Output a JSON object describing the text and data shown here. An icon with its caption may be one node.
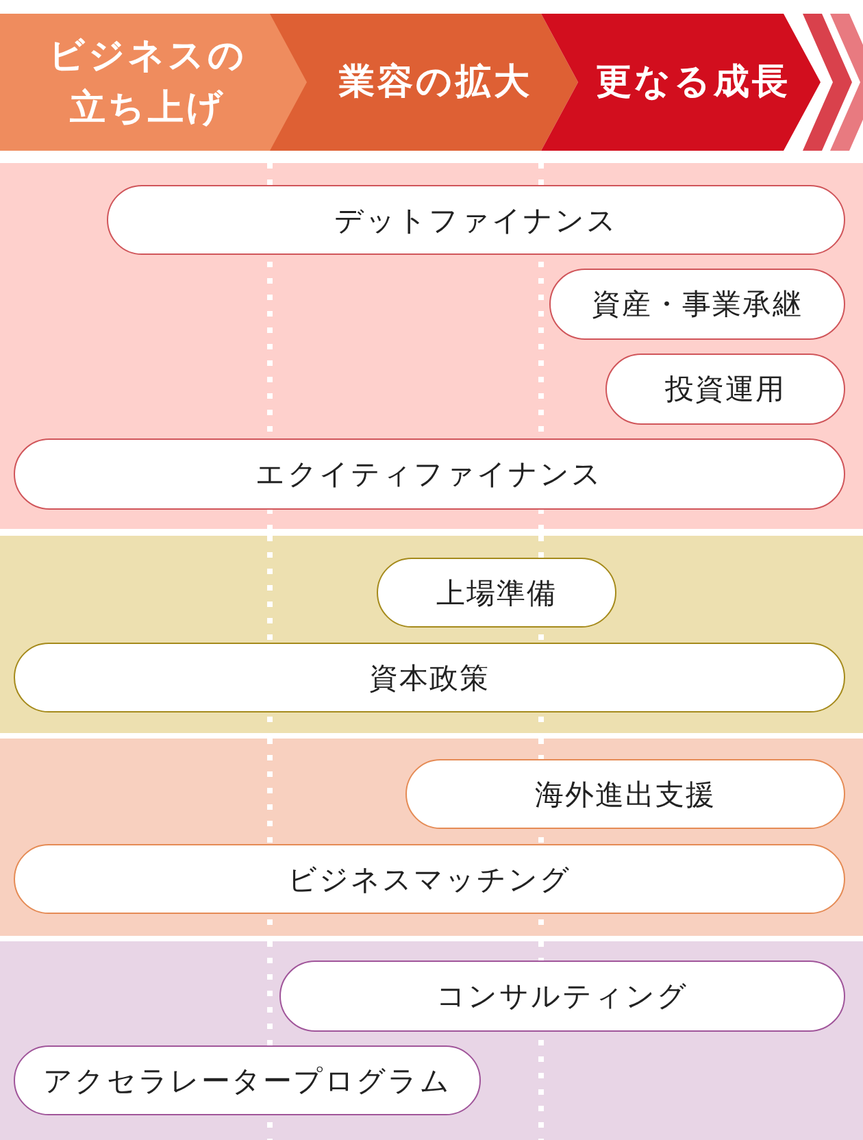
{
  "diagram": {
    "nodes": [
      {
        "text": [
          "ビジネスの立ち上げ"
        ]
      },
      {
        "text": [
          "業容の拡大"
        ]
      },
      {
        "text": [
          "更なる成長"
        ]
      },
      {
        "text": [],
        "shape": "band"
      },
      {
        "text": [
          "デットファイナンス"
        ],
        "in": 3
      },
      {
        "text": [
          "資産・事業承継"
        ],
        "in": 3
      },
      {
        "text": [
          "投資運用"
        ],
        "in": 3
      },
      {
        "text": [
          "エクイティファイナンス"
        ],
        "in": 3
      },
      {
        "text": [],
        "shape": "band"
      },
      {
        "text": [
          "上場準備"
        ],
        "in": 8
      },
      {
        "text": [
          "資本政策"
        ],
        "in": 8
      },
      {
        "text": [],
        "shape": "band"
      },
      {
        "text": [
          "海外進出支援"
        ],
        "in": 11
      },
      {
        "text": [
          "ビジネスマッチング"
        ],
        "in": 11
      },
      {
        "text": [],
        "shape": "band"
      },
      {
        "text": [
          "コンサルティング"
        ],
        "in": 14
      },
      {
        "text": [
          "アクセラレータープログラム"
        ],
        "in": 14
      }
    ]
  }
}
